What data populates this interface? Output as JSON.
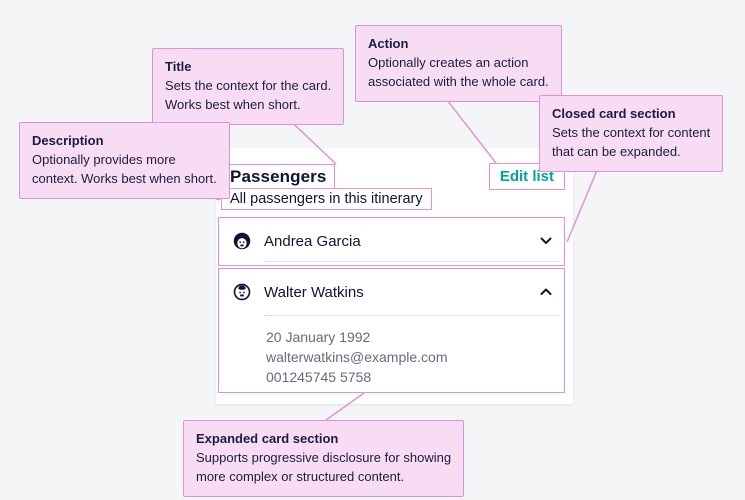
{
  "colors": {
    "background": "#f4f5f7",
    "card_background": "#ffffff",
    "annotation_fill": "#f8dcf3",
    "annotation_border": "#e291d6",
    "primary_text": "#121236",
    "secondary_text": "#68697f",
    "action_teal": "#00a698"
  },
  "annotations": {
    "title": {
      "heading": "Title",
      "body": "Sets the context for the card.\nWorks best when short."
    },
    "action": {
      "heading": "Action",
      "body": "Optionally creates an action\nassociated with the whole card."
    },
    "description": {
      "heading": "Description",
      "body": "Optionally provides more\ncontext. Works best when short."
    },
    "closed": {
      "heading": "Closed card section",
      "body": "Sets the context for content\nthat can be expanded."
    },
    "expanded": {
      "heading": "Expanded card section",
      "body": "Supports progressive disclosure for showing\nmore complex or structured content."
    }
  },
  "card": {
    "title": "Passengers",
    "description": "All passengers in this itinerary",
    "action_label": "Edit list",
    "sections": [
      {
        "name": "Andrea Garcia",
        "avatar": "girl-avatar-icon",
        "state": "collapsed",
        "chevron": "down"
      },
      {
        "name": "Walter Watkins",
        "avatar": "boy-avatar-icon",
        "state": "expanded",
        "chevron": "up",
        "details": [
          "20 January 1992",
          "walterwatkins@example.com",
          "001245745 5758"
        ]
      }
    ]
  }
}
